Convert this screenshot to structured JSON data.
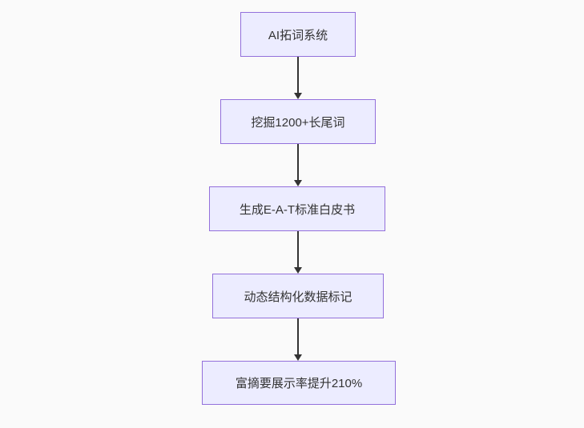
{
  "diagram": {
    "type": "flowchart",
    "direction": "top-down",
    "nodes": [
      {
        "label": "AI拓词系统"
      },
      {
        "label": "挖掘1200+长尾词"
      },
      {
        "label": "生成E-A-T标准白皮书"
      },
      {
        "label": "动态结构化数据标记"
      },
      {
        "label": "富摘要展示率提升210%"
      }
    ],
    "edges": [
      {
        "from": 0,
        "to": 1,
        "style": "arrow-down"
      },
      {
        "from": 1,
        "to": 2,
        "style": "arrow-down"
      },
      {
        "from": 2,
        "to": 3,
        "style": "arrow-down"
      },
      {
        "from": 3,
        "to": 4,
        "style": "arrow-down"
      }
    ],
    "colors": {
      "background": "#fafafa",
      "node_fill": "#ececff",
      "node_border": "#9370db",
      "arrow": "#333333",
      "text": "#333333"
    }
  }
}
